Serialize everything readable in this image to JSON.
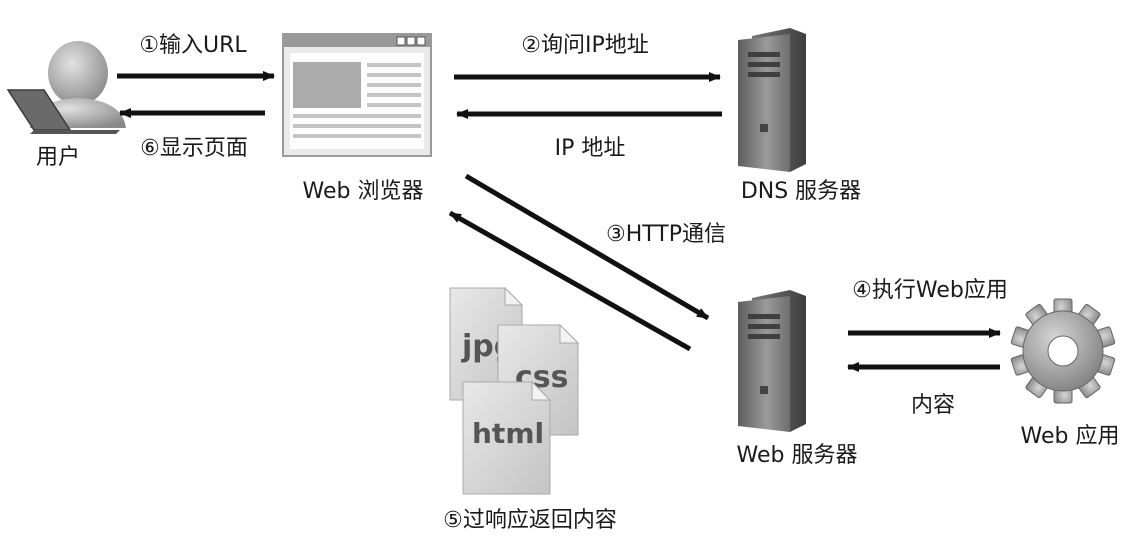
{
  "nodes": {
    "user": "用户",
    "browser": "Web 浏览器",
    "dns_server": "DNS 服务器",
    "web_server": "Web 服务器",
    "web_app": "Web 应用"
  },
  "steps": {
    "s1": "①输入URL",
    "s2": "②询问IP地址",
    "s2_reply": "IP 地址",
    "s3": "③HTTP通信",
    "s4": "④执行Web应用",
    "s4_reply": "内容",
    "s5": "⑤过响应返回内容",
    "s6": "⑥显示页面"
  },
  "files": {
    "jpg": "jpg",
    "css": "css",
    "html": "html"
  },
  "icons": [
    "user-laptop-icon",
    "browser-window-icon",
    "server-icon",
    "gear-icon",
    "file-icon"
  ],
  "colors": {
    "arrow": "#111111",
    "icon_gray": "#8c8c8c",
    "text": "#1a1a1a"
  }
}
